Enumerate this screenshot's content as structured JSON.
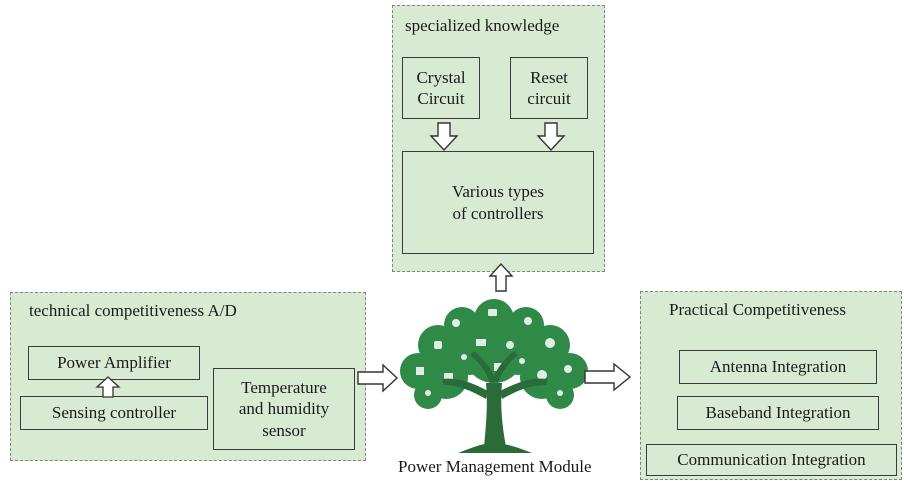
{
  "top_panel": {
    "title": "specialized knowledge",
    "crystal": "Crystal\nCircuit",
    "reset": "Reset\ncircuit",
    "controllers": "Various types\nof controllers"
  },
  "left_panel": {
    "title": "technical competitiveness A/D",
    "power_amplifier": "Power Amplifier",
    "sensing_controller": "Sensing controller",
    "temp_sensor": "Temperature\nand humidity\nsensor"
  },
  "center": {
    "caption": "Power Management Module",
    "tree_icon": "tree-icon",
    "colors": {
      "tree_green": "#2f8a47",
      "trunk": "#2b6b3a"
    }
  },
  "right_panel": {
    "title": "Practical Competitiveness",
    "antenna": "Antenna Integration",
    "baseband": "Baseband Integration",
    "communication": "Communication Integration"
  },
  "colors": {
    "panel_fill": "#d9ead3",
    "panel_border": "#7d8a77",
    "box_border": "#3b3b3b"
  }
}
